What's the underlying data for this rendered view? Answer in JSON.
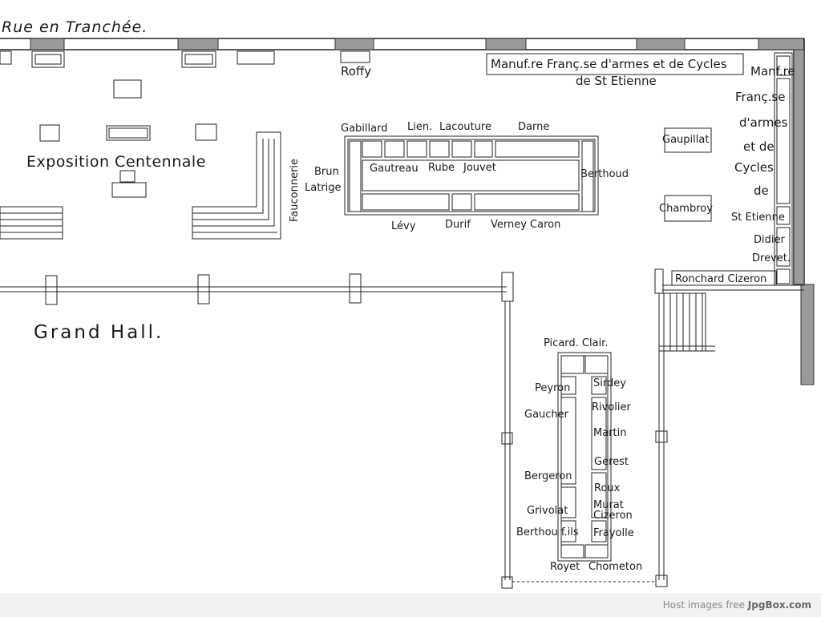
{
  "street": "Rue en Tranchée.",
  "rooms": {
    "grand_hall": "Grand Hall.",
    "exposition": "Exposition Centennale"
  },
  "exhibitors": {
    "roffy": "Roffy",
    "manufacture_line1": "Manuf.re Franç.se d'armes et de Cycles",
    "manufacture_line2": "de St Etienne",
    "manufacture_vertical": [
      "Manf.re",
      "Franç.se",
      "d'armes",
      "et de",
      "Cycles",
      "de",
      "St Etienne"
    ],
    "fauconnerie": "Fauconnerie",
    "gabillard": "Gabillard",
    "lien": "Lien.",
    "lacouture": "Lacouture",
    "darne": "Darne",
    "brun": "Brun",
    "latrige": "Latrige",
    "gautreau": "Gautreau",
    "rube": "Rube",
    "jouvet": "Jouvet",
    "berthoud": "Berthoud",
    "levy": "Lévy",
    "durif": "Durif",
    "verney_caron": "Verney Caron",
    "gaupillat": "Gaupillat",
    "chambroy": "Chambroy",
    "didier_drevet": [
      "Didier",
      "Drevet."
    ],
    "ronchard_cizeron": "Ronchard Cizeron",
    "picard_clair": "Picard. Clair.",
    "peyron": "Peyron",
    "gaucher": "Gaucher",
    "bergeron": "Bergeron",
    "grivolat": "Grivolat",
    "berthou_fils": "Berthou f.ils",
    "sirdey": "Sirdey",
    "rivolier": "Rivolier",
    "martin": "Martin",
    "gerest": "Gerest",
    "roux": "Roux",
    "murat_cizeron": [
      "Murat",
      "Cizeron"
    ],
    "frayolle": "Frayolle",
    "royet": "Royet",
    "chometon": "Chometon"
  },
  "footer": {
    "prefix": "Host images free ",
    "brand": "JpgBox.com"
  }
}
